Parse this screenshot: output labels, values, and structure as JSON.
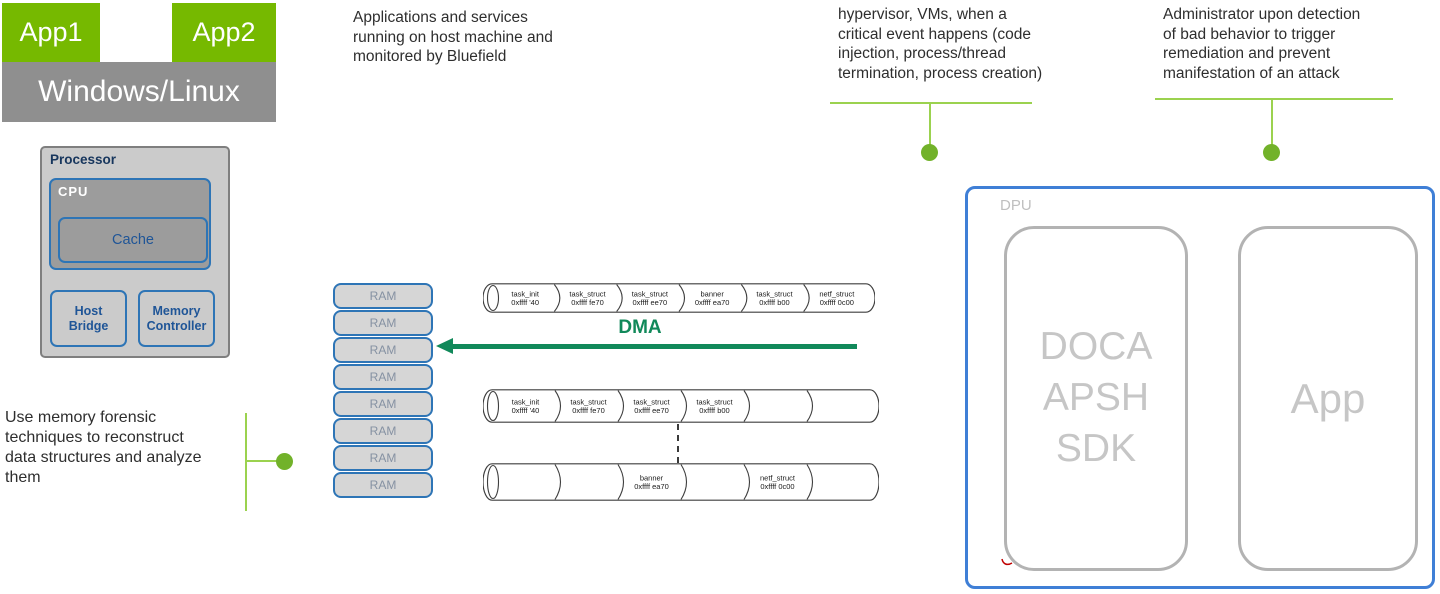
{
  "colors": {
    "nvidia_green": "#76B900",
    "os_gray": "#8F8F8F",
    "light_green_line": "#9BD24F",
    "green_dot": "#72B22A",
    "dma_green": "#11895A",
    "blue_border": "#2E75B6",
    "dpu_border": "#3F7FD6",
    "navy_text": "#17365D",
    "blue_text": "#1F5597",
    "dpu_gray_text": "#C6C6C6",
    "red_mark": "#C00000"
  },
  "host": {
    "app1_label": "App1",
    "app2_label": "App2",
    "os_label": "Windows/Linux",
    "processor": {
      "label": "Processor",
      "cpu_label": "CPU",
      "cache_label": "Cache",
      "host_bridge_label": "Host\nBridge",
      "memory_controller_label": "Memory\nController"
    }
  },
  "annotations": {
    "top_left": "Applications and services\nrunning on host machine and\nmonitored by Bluefield",
    "top_middle": "hypervisor, VMs, when a\ncritical event happens (code\ninjection, process/thread\ntermination, process creation)",
    "top_right": "Administrator upon detection\nof bad behavior to trigger\nremediation and prevent\nmanifestation of an attack",
    "left": "Use memory forensic\ntechniques to reconstruct\ndata structures and analyze\nthem"
  },
  "memory": {
    "ram_label": "RAM",
    "ram_count": 8,
    "dma_label": "DMA"
  },
  "memory_chains": [
    {
      "segments": [
        {
          "name": "task_init",
          "addr": "0xffff '40"
        },
        {
          "name": "task_struct",
          "addr": "0xffff fe70"
        },
        {
          "name": "task_struct",
          "addr": "0xffff ee70"
        },
        {
          "name": "banner",
          "addr": "0xffff ea70"
        },
        {
          "name": "task_struct",
          "addr": "0xffff b00"
        },
        {
          "name": "netf_struct",
          "addr": "0xffff 0c00"
        }
      ]
    },
    {
      "segments": [
        {
          "name": "task_init",
          "addr": "0xffff '40"
        },
        {
          "name": "task_struct",
          "addr": "0xffff fe70"
        },
        {
          "name": "task_struct",
          "addr": "0xffff ee70"
        },
        {
          "name": "task_struct",
          "addr": "0xffff b00"
        },
        null,
        null
      ]
    },
    {
      "segments": [
        null,
        null,
        {
          "name": "banner",
          "addr": "0xffff ea70"
        },
        null,
        {
          "name": "netf_struct",
          "addr": "0xffff 0c00"
        },
        null
      ]
    }
  ],
  "dpu": {
    "label": "DPU",
    "sdk_label": "DOCA\nAPSH\nSDK",
    "app_label": "App"
  }
}
